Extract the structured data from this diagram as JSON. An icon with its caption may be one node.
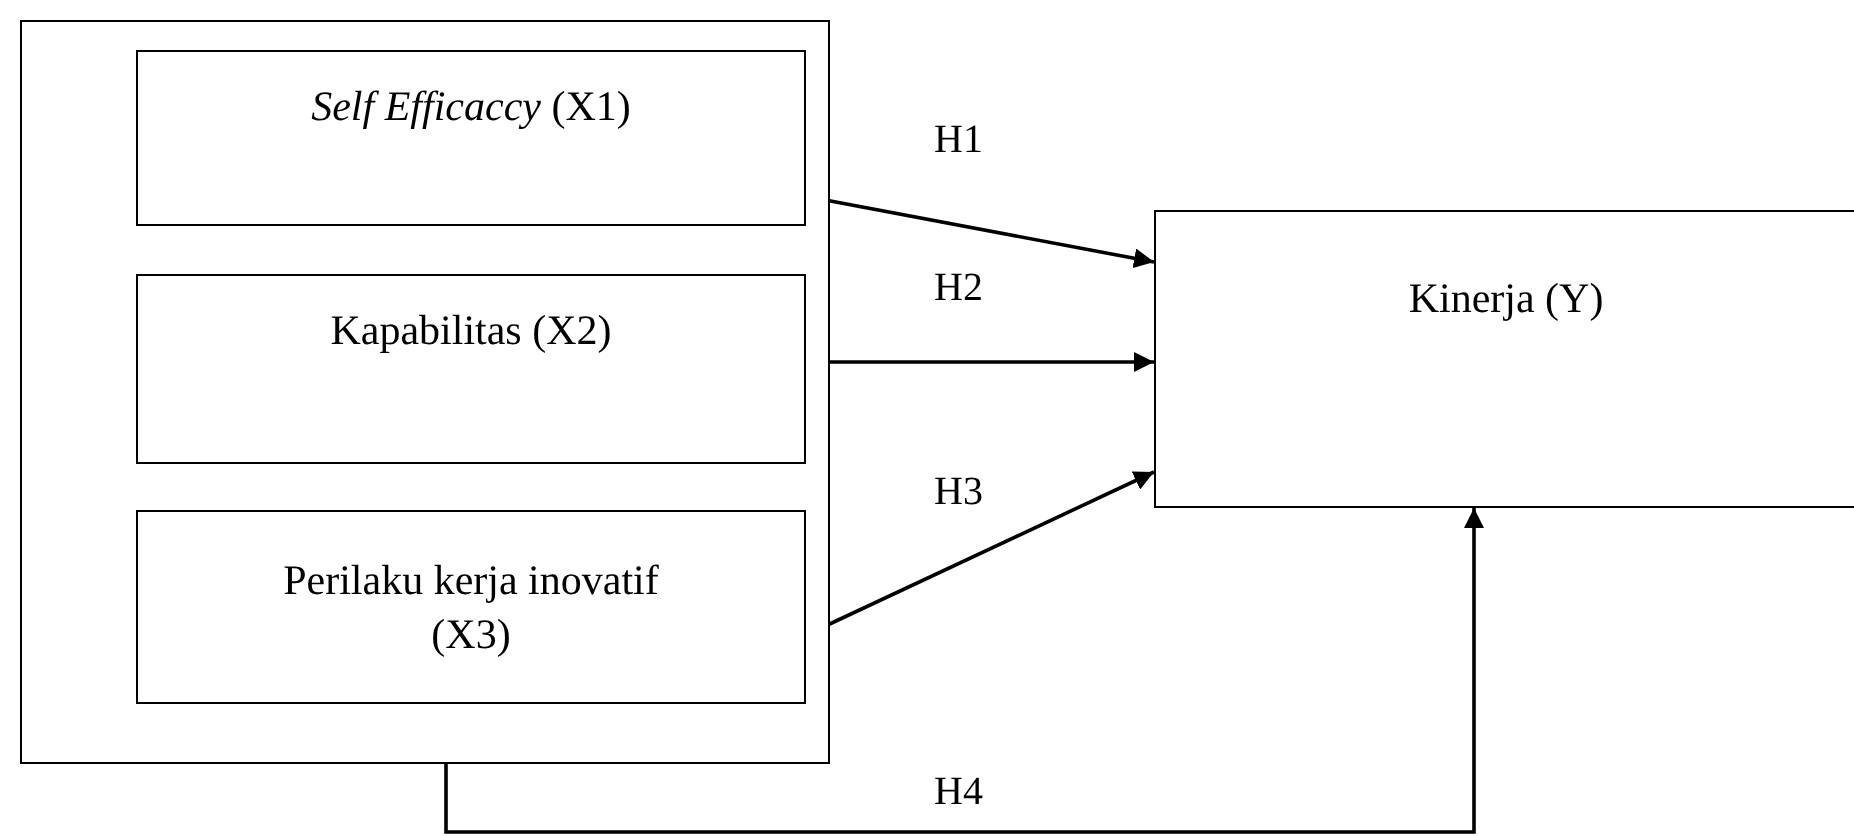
{
  "diagram": {
    "nodes": [
      {
        "text": [],
        "shape": "box"
      },
      {
        "text": [
          "*Self Efficaccy* (X1)"
        ],
        "in": 0
      },
      {
        "text": [
          "Kapabilitas (X2)"
        ],
        "in": 0
      },
      {
        "text": [
          "Perilaku kerja inovatif (X3)"
        ],
        "in": 0
      },
      {
        "text": [
          "Kinerja (Y)"
        ]
      }
    ],
    "edges": [
      {
        "from": 1,
        "to": 4,
        "arrow": "to",
        "label": "H1"
      },
      {
        "from": 2,
        "to": 4,
        "arrow": "to",
        "label": "H2"
      },
      {
        "from": 3,
        "to": 4,
        "arrow": "to",
        "label": "H3"
      },
      {
        "from": 0,
        "to": 4,
        "arrow": "to",
        "label": "H4"
      }
    ]
  }
}
